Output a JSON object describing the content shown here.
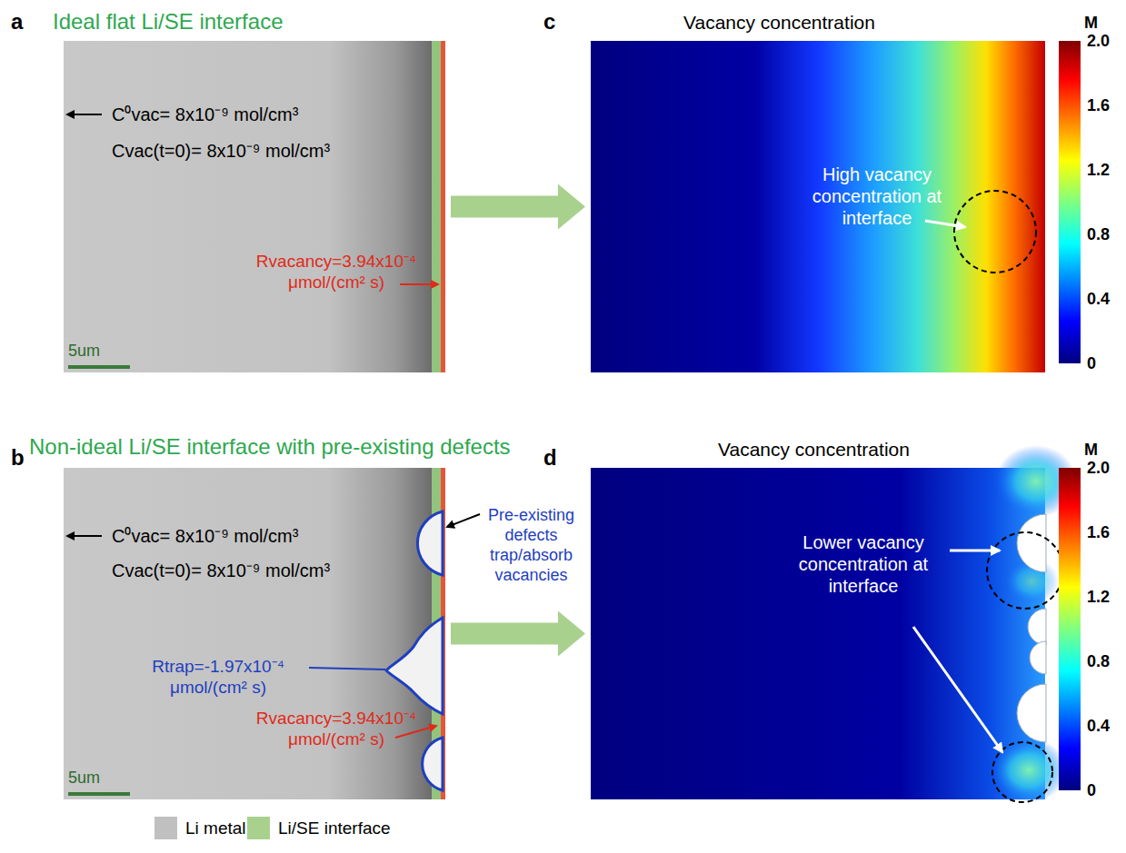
{
  "diagram": {
    "nodes": [
      {
        "text": [
          "C⁰vac= 8x10⁻⁹ mol/cm³",
          "Cvac(t=0)= 8x10⁻⁹ mol/cm³",
          "Rvacancy=3.94x10⁻⁴ μmol/(cm² s)"
        ]
      },
      {
        "text": [
          "C⁰vac= 8x10⁻⁹ mol/cm³",
          "Cvac(t=0)= 8x10⁻⁹ mol/cm³",
          "Rtrap=-1.97x10⁻⁴ μmol/(cm² s)",
          "Rvacancy=3.94x10⁻⁴ μmol/(cm² s)"
        ]
      },
      {
        "text": [
          "High vacancy concentration at interface"
        ]
      },
      {
        "text": [
          "Lower vacancy concentration at interface"
        ]
      }
    ],
    "edges": [
      {
        "from": 0,
        "to": 2,
        "arrow": "to"
      },
      {
        "from": 1,
        "to": 3,
        "arrow": "to"
      }
    ],
    "labels": [
      "a",
      "Ideal flat Li/SE interface",
      "5um",
      "c",
      "Vacancy concentration",
      "M",
      "2.0",
      "1.6",
      "1.2",
      "0.8",
      "0.4",
      "0",
      "b",
      "Non-ideal Li/SE interface with pre-existing defects",
      "Pre-existing defects trap/absorb vacancies",
      "5um",
      "d",
      "Vacancy concentration",
      "M",
      "2.0",
      "1.6",
      "1.2",
      "0.8",
      "0.4",
      "0"
    ],
    "legend": [
      {
        "text": "Li metal",
        "color": "#c0c0c0"
      },
      {
        "text": "Li/SE interface",
        "color": "#a9d18e"
      }
    ]
  }
}
